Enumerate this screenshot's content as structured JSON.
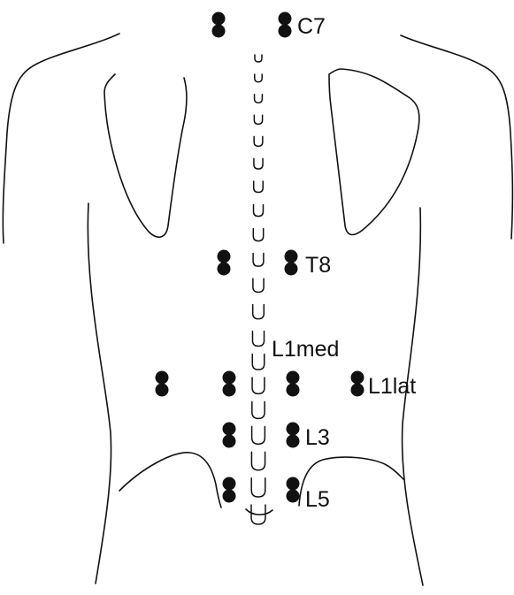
{
  "labels": {
    "c7": "C7",
    "t8": "T8",
    "l1med": "L1med",
    "l1lat": "L1lat",
    "l3": "L3",
    "l5": "L5"
  },
  "colors": {
    "ink": "#111111",
    "background": "#ffffff"
  }
}
